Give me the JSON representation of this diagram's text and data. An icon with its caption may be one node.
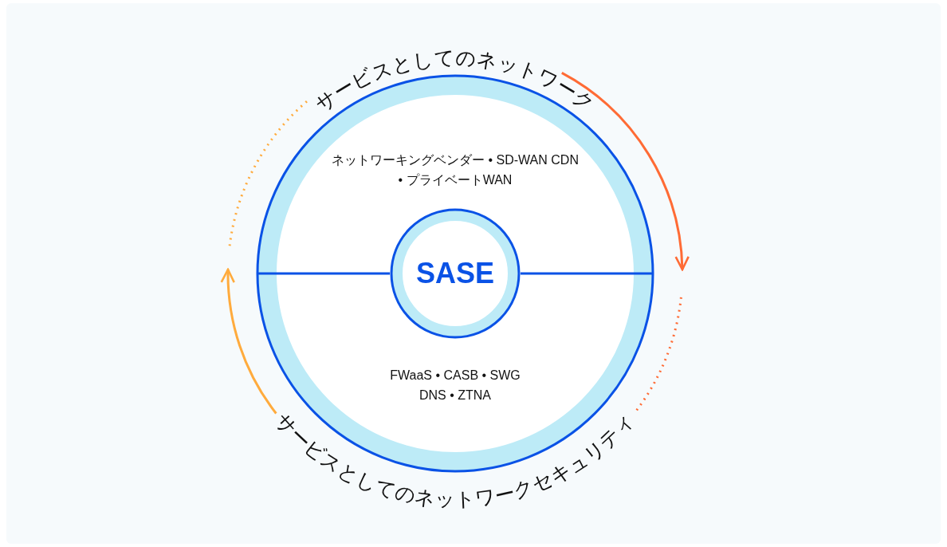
{
  "diagram": {
    "nodes": [
      {
        "text": [
          "ネットワーキングベンダー • SD-WAN CDN • プライベートWAN",
          "FWaaS • CASB • SWG DNS • ZTNA"
        ]
      },
      {
        "text": [
          "SASE"
        ],
        "in": 0
      }
    ],
    "labels": [
      "サービスとしてのネットワーク",
      "サービスとしてのネットワークセキュリティ"
    ]
  }
}
